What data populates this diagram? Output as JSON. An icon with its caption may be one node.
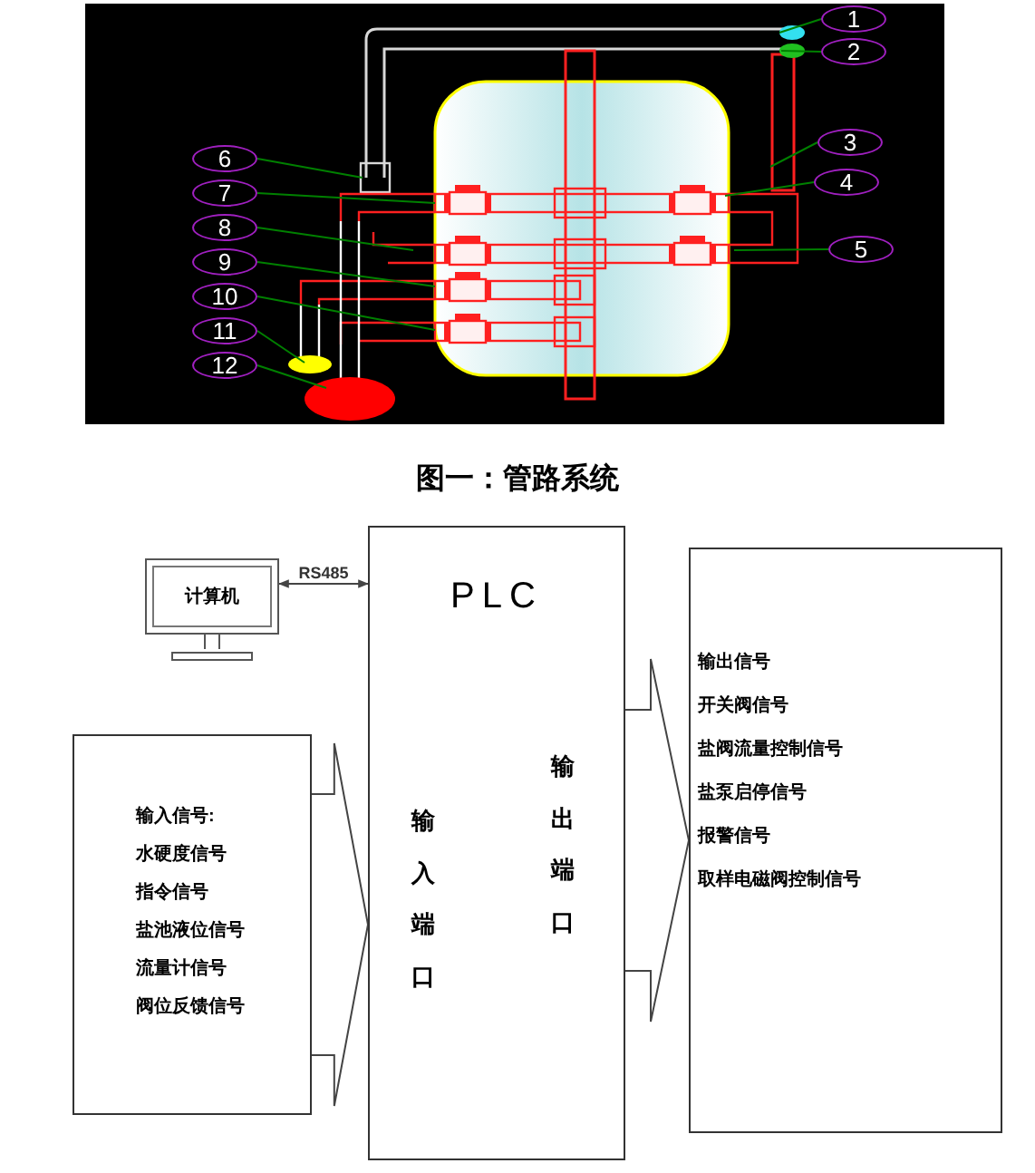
{
  "diagram": {
    "caption": "图一：管路系统",
    "nodes": [
      {
        "text": [
          "1"
        ]
      },
      {
        "text": [
          "2"
        ]
      },
      {
        "text": [
          "3"
        ]
      },
      {
        "text": [
          "4"
        ]
      },
      {
        "text": [
          "5"
        ]
      },
      {
        "text": [
          "6"
        ]
      },
      {
        "text": [
          "7"
        ]
      },
      {
        "text": [
          "8"
        ]
      },
      {
        "text": [
          "9"
        ]
      },
      {
        "text": [
          "10"
        ]
      },
      {
        "text": [
          "11"
        ]
      },
      {
        "text": [
          "12"
        ]
      },
      {
        "text": [
          "计算机"
        ]
      },
      {
        "text": [
          "PLC",
          "输入端口",
          "输出端口"
        ]
      },
      {
        "text": [
          "输入信号:",
          "水硬度信号",
          "指令信号",
          "盐池液位信号",
          "流量计信号",
          "阀位反馈信号"
        ]
      },
      {
        "text": [
          "输出信号",
          "开关阀信号",
          "盐阀流量控制信号",
          "盐泵启停信号",
          "报警信号",
          "取样电磁阀控制信号"
        ]
      }
    ],
    "edges": [
      {
        "from": 0,
        "to": null,
        "arrow": "none"
      },
      {
        "from": 1,
        "to": null,
        "arrow": "none"
      },
      {
        "from": 2,
        "to": null,
        "arrow": "none"
      },
      {
        "from": 3,
        "to": null,
        "arrow": "none"
      },
      {
        "from": 4,
        "to": null,
        "arrow": "none"
      },
      {
        "from": 5,
        "to": null,
        "arrow": "none"
      },
      {
        "from": 6,
        "to": null,
        "arrow": "none"
      },
      {
        "from": 7,
        "to": null,
        "arrow": "none"
      },
      {
        "from": 8,
        "to": null,
        "arrow": "none"
      },
      {
        "from": 9,
        "to": null,
        "arrow": "none"
      },
      {
        "from": 10,
        "to": null,
        "arrow": "none"
      },
      {
        "from": 11,
        "to": null,
        "arrow": "none"
      },
      {
        "from": 12,
        "to": 13,
        "arrow": "both",
        "label": "RS485",
        "color": "#444444"
      },
      {
        "from": 14,
        "to": 13,
        "arrow": "to",
        "style": "thick",
        "color": "#444444"
      },
      {
        "from": 13,
        "to": 15,
        "arrow": "to",
        "style": "thick",
        "color": "#444444"
      }
    ]
  }
}
